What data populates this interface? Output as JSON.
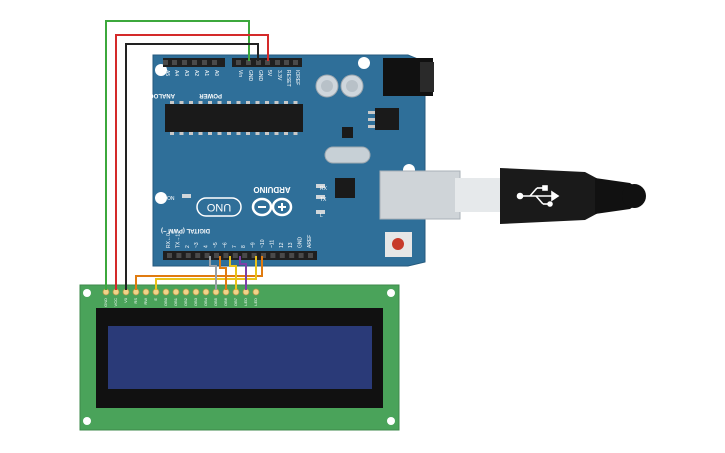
{
  "board": {
    "brand": "ARDUINO",
    "model": "UNO",
    "logo_text": "UNO",
    "power_header": "POWER",
    "analog_header": "ANALOG IN",
    "digital_header": "DIGITAL (PWM ~)",
    "power_pins": [
      "IOREF",
      "RESET",
      "3.3V",
      "5V",
      "GND",
      "GND",
      "Vin"
    ],
    "analog_pins": [
      "A0",
      "A1",
      "A2",
      "A3",
      "A4",
      "A5"
    ],
    "digital_pins": [
      "AREF",
      "GND",
      "13",
      "12",
      "~11",
      "~10",
      "~9",
      "8",
      "7",
      "~6",
      "~5",
      "4",
      "~3",
      "2",
      "TX→1",
      "RX←0"
    ],
    "led_labels": [
      "RX",
      "TX",
      "L"
    ],
    "on_label": "ON"
  },
  "lcd": {
    "pins": [
      "GND",
      "VCC",
      "V0",
      "RS",
      "RW",
      "E",
      "DB0",
      "DB1",
      "DB2",
      "DB3",
      "DB4",
      "DB5",
      "DB6",
      "DB7",
      "LED",
      "LED"
    ]
  },
  "colors": {
    "board": "#2f6f99",
    "lcd_pcb": "#4aa35a",
    "lcd_screen": "#2a3a78",
    "wire_green": "#3ca83c",
    "wire_red": "#d42a2a",
    "wire_black": "#222222",
    "wire_orange": "#e07b10",
    "wire_yellow": "#e8c21a",
    "wire_purple": "#7a3fa8",
    "wire_gray": "#9aa0a6",
    "usb_cable": "#111111"
  }
}
